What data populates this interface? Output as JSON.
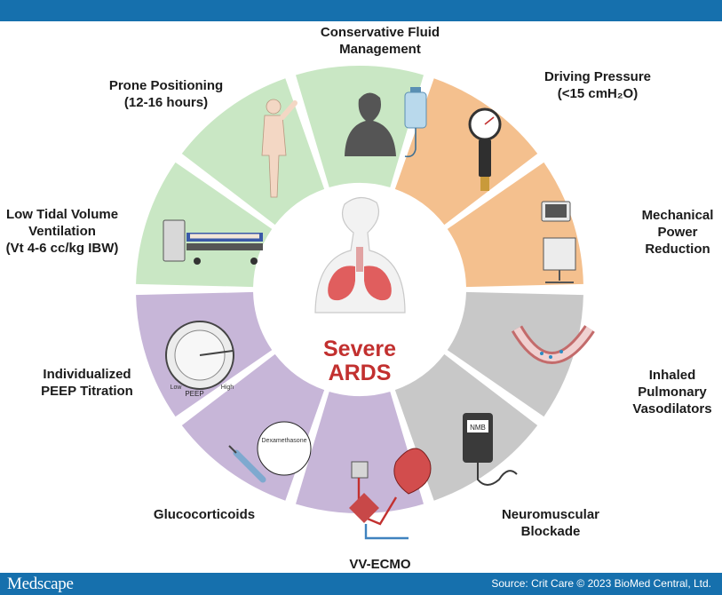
{
  "center": {
    "line1": "Severe",
    "line2": "ARDS"
  },
  "segments": [
    {
      "id": "fluid",
      "lines": [
        "Conservative Fluid",
        "Management"
      ],
      "color": "#c9e7c4"
    },
    {
      "id": "driving",
      "lines": [
        "Driving Pressure",
        "(<15 cmH₂O)"
      ],
      "color": "#f4c08e"
    },
    {
      "id": "power",
      "lines": [
        "Mechanical",
        "Power",
        "Reduction"
      ],
      "color": "#f4c08e"
    },
    {
      "id": "inhaled",
      "lines": [
        "Inhaled",
        "Pulmonary",
        "Vasodilators"
      ],
      "color": "#c8c8c8"
    },
    {
      "id": "nmb",
      "lines": [
        "Neuromuscular",
        "Blockade"
      ],
      "color": "#c8c8c8"
    },
    {
      "id": "ecmo",
      "lines": [
        "VV-ECMO"
      ],
      "color": "#c7b6d8"
    },
    {
      "id": "gluco",
      "lines": [
        "Glucocorticoids"
      ],
      "color": "#c7b6d8"
    },
    {
      "id": "peep",
      "lines": [
        "Individualized",
        "PEEP Titration"
      ],
      "color": "#c7b6d8"
    },
    {
      "id": "lowtidal",
      "lines": [
        "Low Tidal Volume",
        "Ventilation",
        "(Vt 4-6 cc/kg IBW)"
      ],
      "color": "#c9e7c4"
    },
    {
      "id": "prone",
      "lines": [
        "Prone Positioning",
        "(12-16 hours)"
      ],
      "color": "#c9e7c4"
    }
  ],
  "icon_text": {
    "peep_label": "PEEP",
    "peep_low": "Low",
    "peep_high": "High",
    "dexamethasone": "Dexamethasone",
    "nmb": "NMB"
  },
  "footer": {
    "brand": "Medscape",
    "source": "Source: Crit Care © 2023 BioMed Central, Ltd."
  }
}
